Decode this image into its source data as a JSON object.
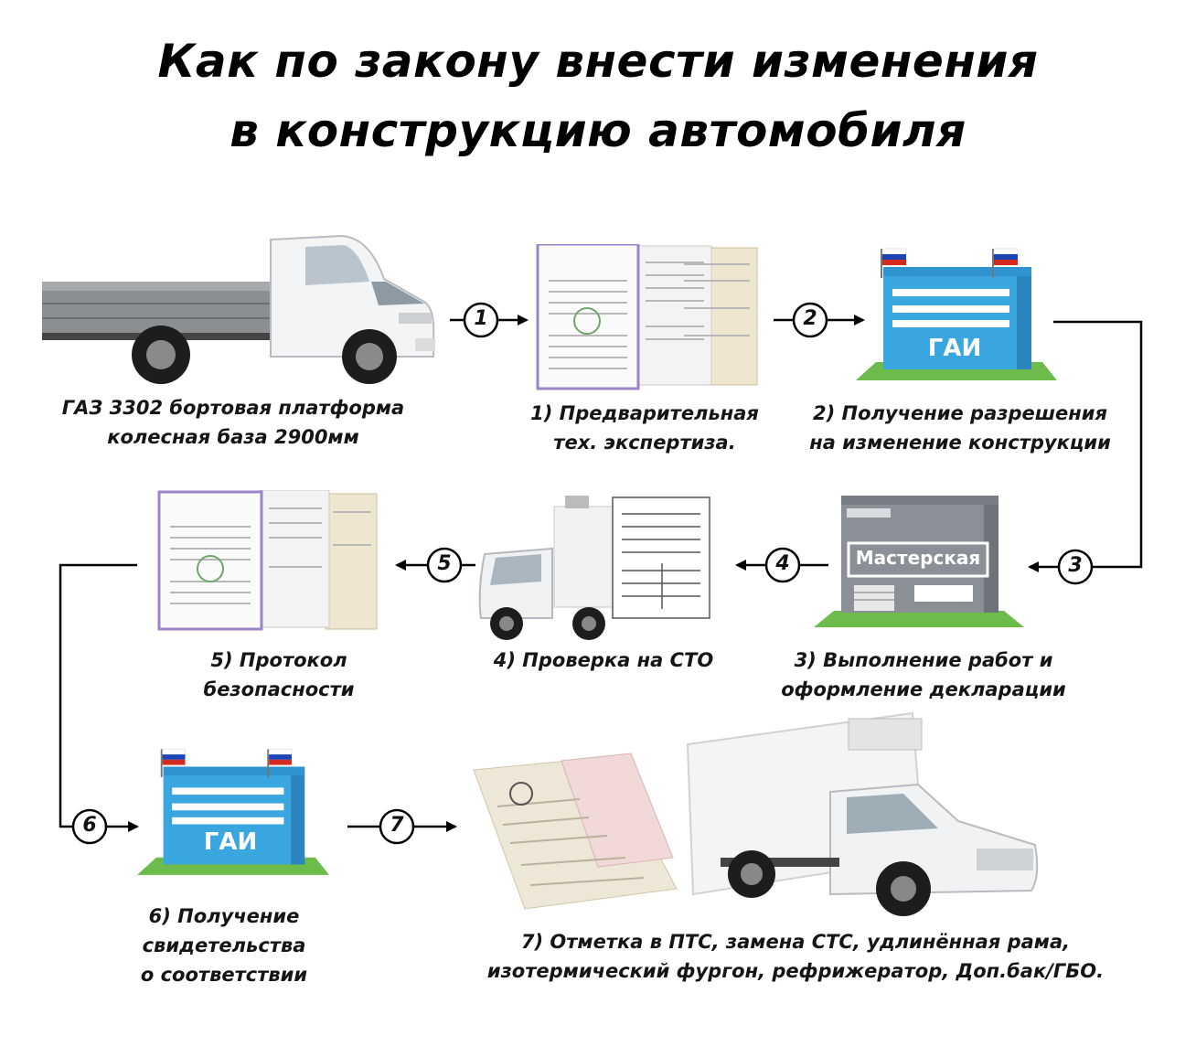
{
  "title": {
    "line1": "Как по закону внести изменения",
    "line2": "в конструкцию автомобиля"
  },
  "steps": [
    {
      "num": "1"
    },
    {
      "num": "2"
    },
    {
      "num": "3"
    },
    {
      "num": "4"
    },
    {
      "num": "5"
    },
    {
      "num": "6"
    },
    {
      "num": "7"
    }
  ],
  "captions": {
    "truck": [
      "ГАЗ 3302 бортовая платформа",
      "колесная база 2900мм"
    ],
    "step1": [
      "1) Предварительная",
      "тех. экспертиза."
    ],
    "step2": [
      "2) Получение разрешения",
      "на изменение конструкции"
    ],
    "step3": [
      "3) Выполнение работ и",
      "оформление  декларации"
    ],
    "step4": [
      "4) Проверка на СТО"
    ],
    "step5": [
      "5) Протокол",
      "безопасности"
    ],
    "step6": [
      "6) Получение",
      "свидетельства",
      "о соответствии"
    ],
    "step7": [
      "7) Отметка в ПТС, замена СТС, удлинённая рама,",
      "изотермический фургон, рефрижератор, Доп.бак/ГБО."
    ]
  },
  "signs": {
    "gai": "ГАИ",
    "workshop": "Мастерская"
  },
  "colors": {
    "gai_building": "#3aa6df",
    "workshop": "#8a9096",
    "grass": "#6dbb4a",
    "arrow": "#000000"
  },
  "icons": [
    "truck-flatbed-icon",
    "documents-icon",
    "gai-building-icon",
    "workshop-icon",
    "truck-reefer-icon",
    "certificate-icon"
  ]
}
